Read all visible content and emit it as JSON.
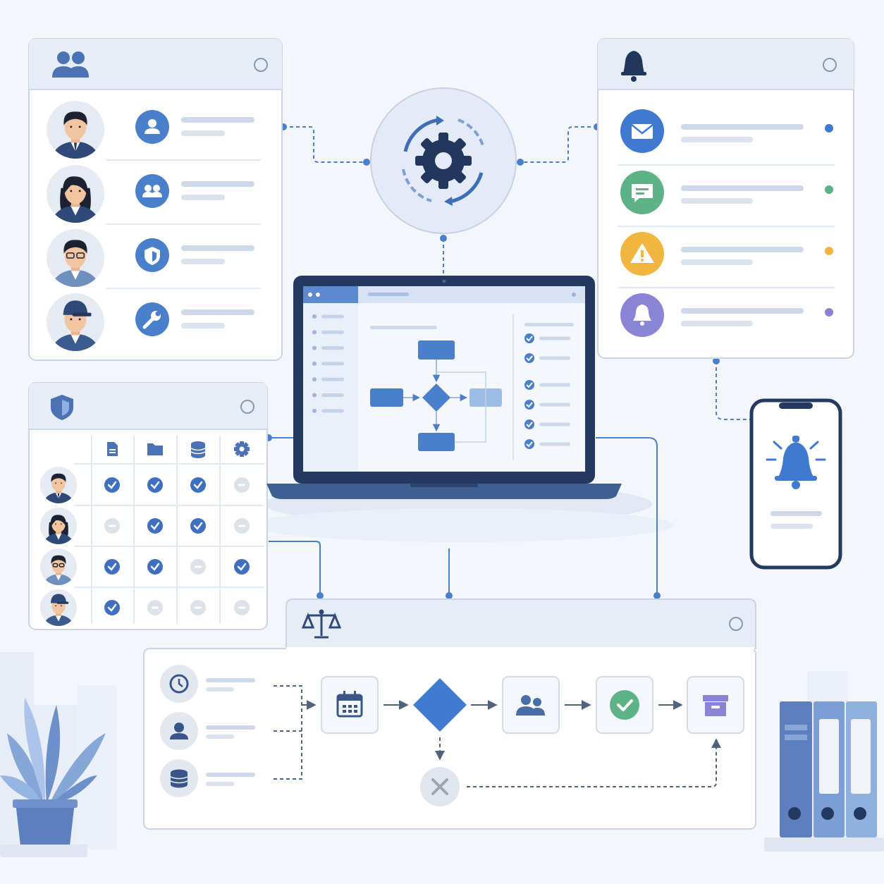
{
  "colors": {
    "background": "#f3f6fb",
    "accent": "#4a7fcc",
    "dark_navy": "#23395f",
    "panel_border": "#c9d4e6",
    "header_bg": "#e7edf6",
    "placeholder_line": "#cdd9ea",
    "notif_email": "#3f7ad0",
    "notif_message": "#5eb386",
    "notif_warning": "#f2b540",
    "notif_reminder": "#8b83d6",
    "approved_green": "#5eb386",
    "archive_purple": "#8b83d6",
    "reject_gray": "#c9ced6"
  },
  "users_panel": {
    "header_icon": "users-icon",
    "rows": [
      {
        "avatar": "businessman-avatar",
        "role_icon": "user-icon"
      },
      {
        "avatar": "businesswoman-avatar",
        "role_icon": "group-icon"
      },
      {
        "avatar": "glasses-man-avatar",
        "role_icon": "shield-icon"
      },
      {
        "avatar": "technician-avatar",
        "role_icon": "wrench-icon"
      }
    ]
  },
  "notifications_panel": {
    "header_icon": "bell-icon",
    "items": [
      {
        "icon": "envelope-icon",
        "status_dot": "#3f7ad0"
      },
      {
        "icon": "chat-icon",
        "status_dot": "#5eb386"
      },
      {
        "icon": "warning-icon",
        "status_dot": "#f2b540"
      },
      {
        "icon": "bell-icon",
        "status_dot": "#8b83d6"
      }
    ]
  },
  "automation_hub": {
    "icon": "gear-sync-icon"
  },
  "permissions_panel": {
    "header_icon": "shield-icon",
    "column_icons": [
      "document-icon",
      "folder-icon",
      "database-icon",
      "gear-icon"
    ],
    "rows": [
      {
        "avatar": "businessman-avatar",
        "cells": [
          "granted",
          "granted",
          "granted",
          "denied"
        ]
      },
      {
        "avatar": "businesswoman-avatar",
        "cells": [
          "denied",
          "granted",
          "granted",
          "denied"
        ]
      },
      {
        "avatar": "glasses-man-avatar",
        "cells": [
          "granted",
          "granted",
          "denied",
          "granted"
        ]
      },
      {
        "avatar": "technician-avatar",
        "cells": [
          "granted",
          "denied",
          "denied",
          "denied"
        ]
      }
    ]
  },
  "laptop": {
    "sidebar_item_count": 7,
    "checklist_count": 6
  },
  "phone": {
    "icon": "bell-ringing-icon"
  },
  "approval_panel": {
    "header_icon": "scales-icon",
    "inputs": [
      "clock-icon",
      "user-icon",
      "database-icon"
    ],
    "steps": [
      "calendar-icon",
      "decision-diamond",
      "group-icon",
      "check-circle-icon",
      "archive-box-icon"
    ],
    "reject_icon": "x-circle-icon"
  }
}
